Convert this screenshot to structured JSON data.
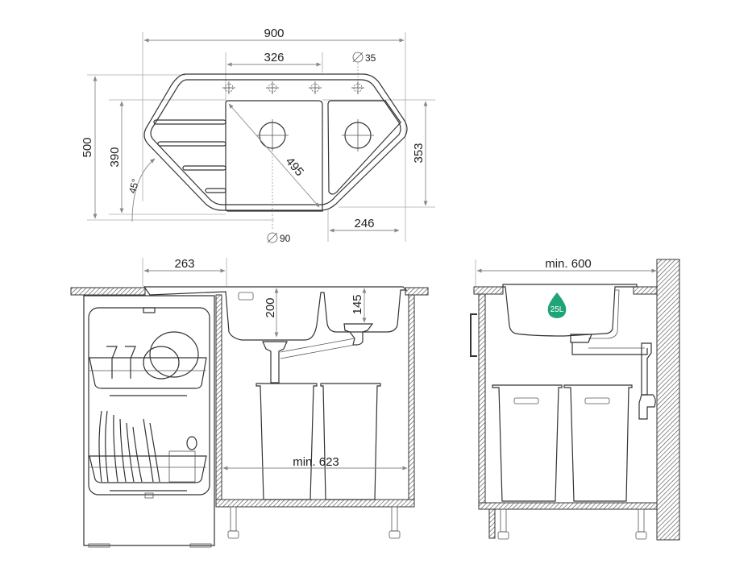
{
  "diagram": {
    "type": "technical-dimension-drawing",
    "subject": "corner double-bowl kitchen sink with drainer",
    "top_view": {
      "dimensions": {
        "overall_width": "900",
        "tap_hole_span": "326",
        "tap_hole_diameter": "35",
        "overall_depth": "500",
        "main_bowl_depth": "390",
        "main_bowl_diagonal": "495",
        "second_bowl_depth": "353",
        "second_bowl_width": "246",
        "drain_diameter": "90",
        "corner_angle": "45°"
      },
      "tap_holes": 4,
      "drainer_grooves": 4
    },
    "side_view_dishwasher": {
      "dimensions": {
        "sink_overhang": "263",
        "main_bowl_height": "200",
        "second_bowl_height": "145",
        "cabinet_min_width": "min. 623"
      }
    },
    "side_view_depth": {
      "dimensions": {
        "cabinet_min_depth": "min. 600"
      },
      "badge": {
        "label": "25L",
        "color": "#1fa478"
      }
    }
  }
}
